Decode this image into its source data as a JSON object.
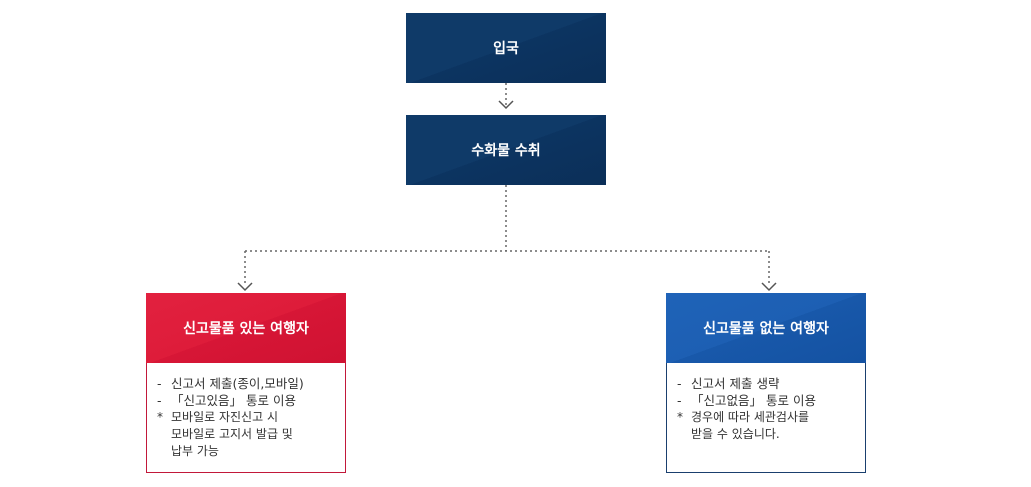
{
  "flow": {
    "step1": "입국",
    "step2": "수화물 수취"
  },
  "left": {
    "title": "신고물품 있는 여행자",
    "items": [
      "신고서 제출(종이,모바일)",
      "「신고있음」 통로 이용"
    ],
    "note_lines": [
      "모바일로 자진신고 시",
      "모바일로 고지서 발급 및",
      "납부 가능"
    ]
  },
  "right": {
    "title": "신고물품 없는 여행자",
    "items": [
      "신고서 제출 생략",
      "「신고없음」 통로 이용"
    ],
    "note_lines": [
      "경우에 따라 세관검사를",
      "받을 수 있습니다."
    ]
  },
  "markers": {
    "bullet": "-",
    "note": "*"
  },
  "colors": {
    "navy": "#0f3a68",
    "red": "#dc1a38",
    "blue": "#1a5cb0"
  }
}
